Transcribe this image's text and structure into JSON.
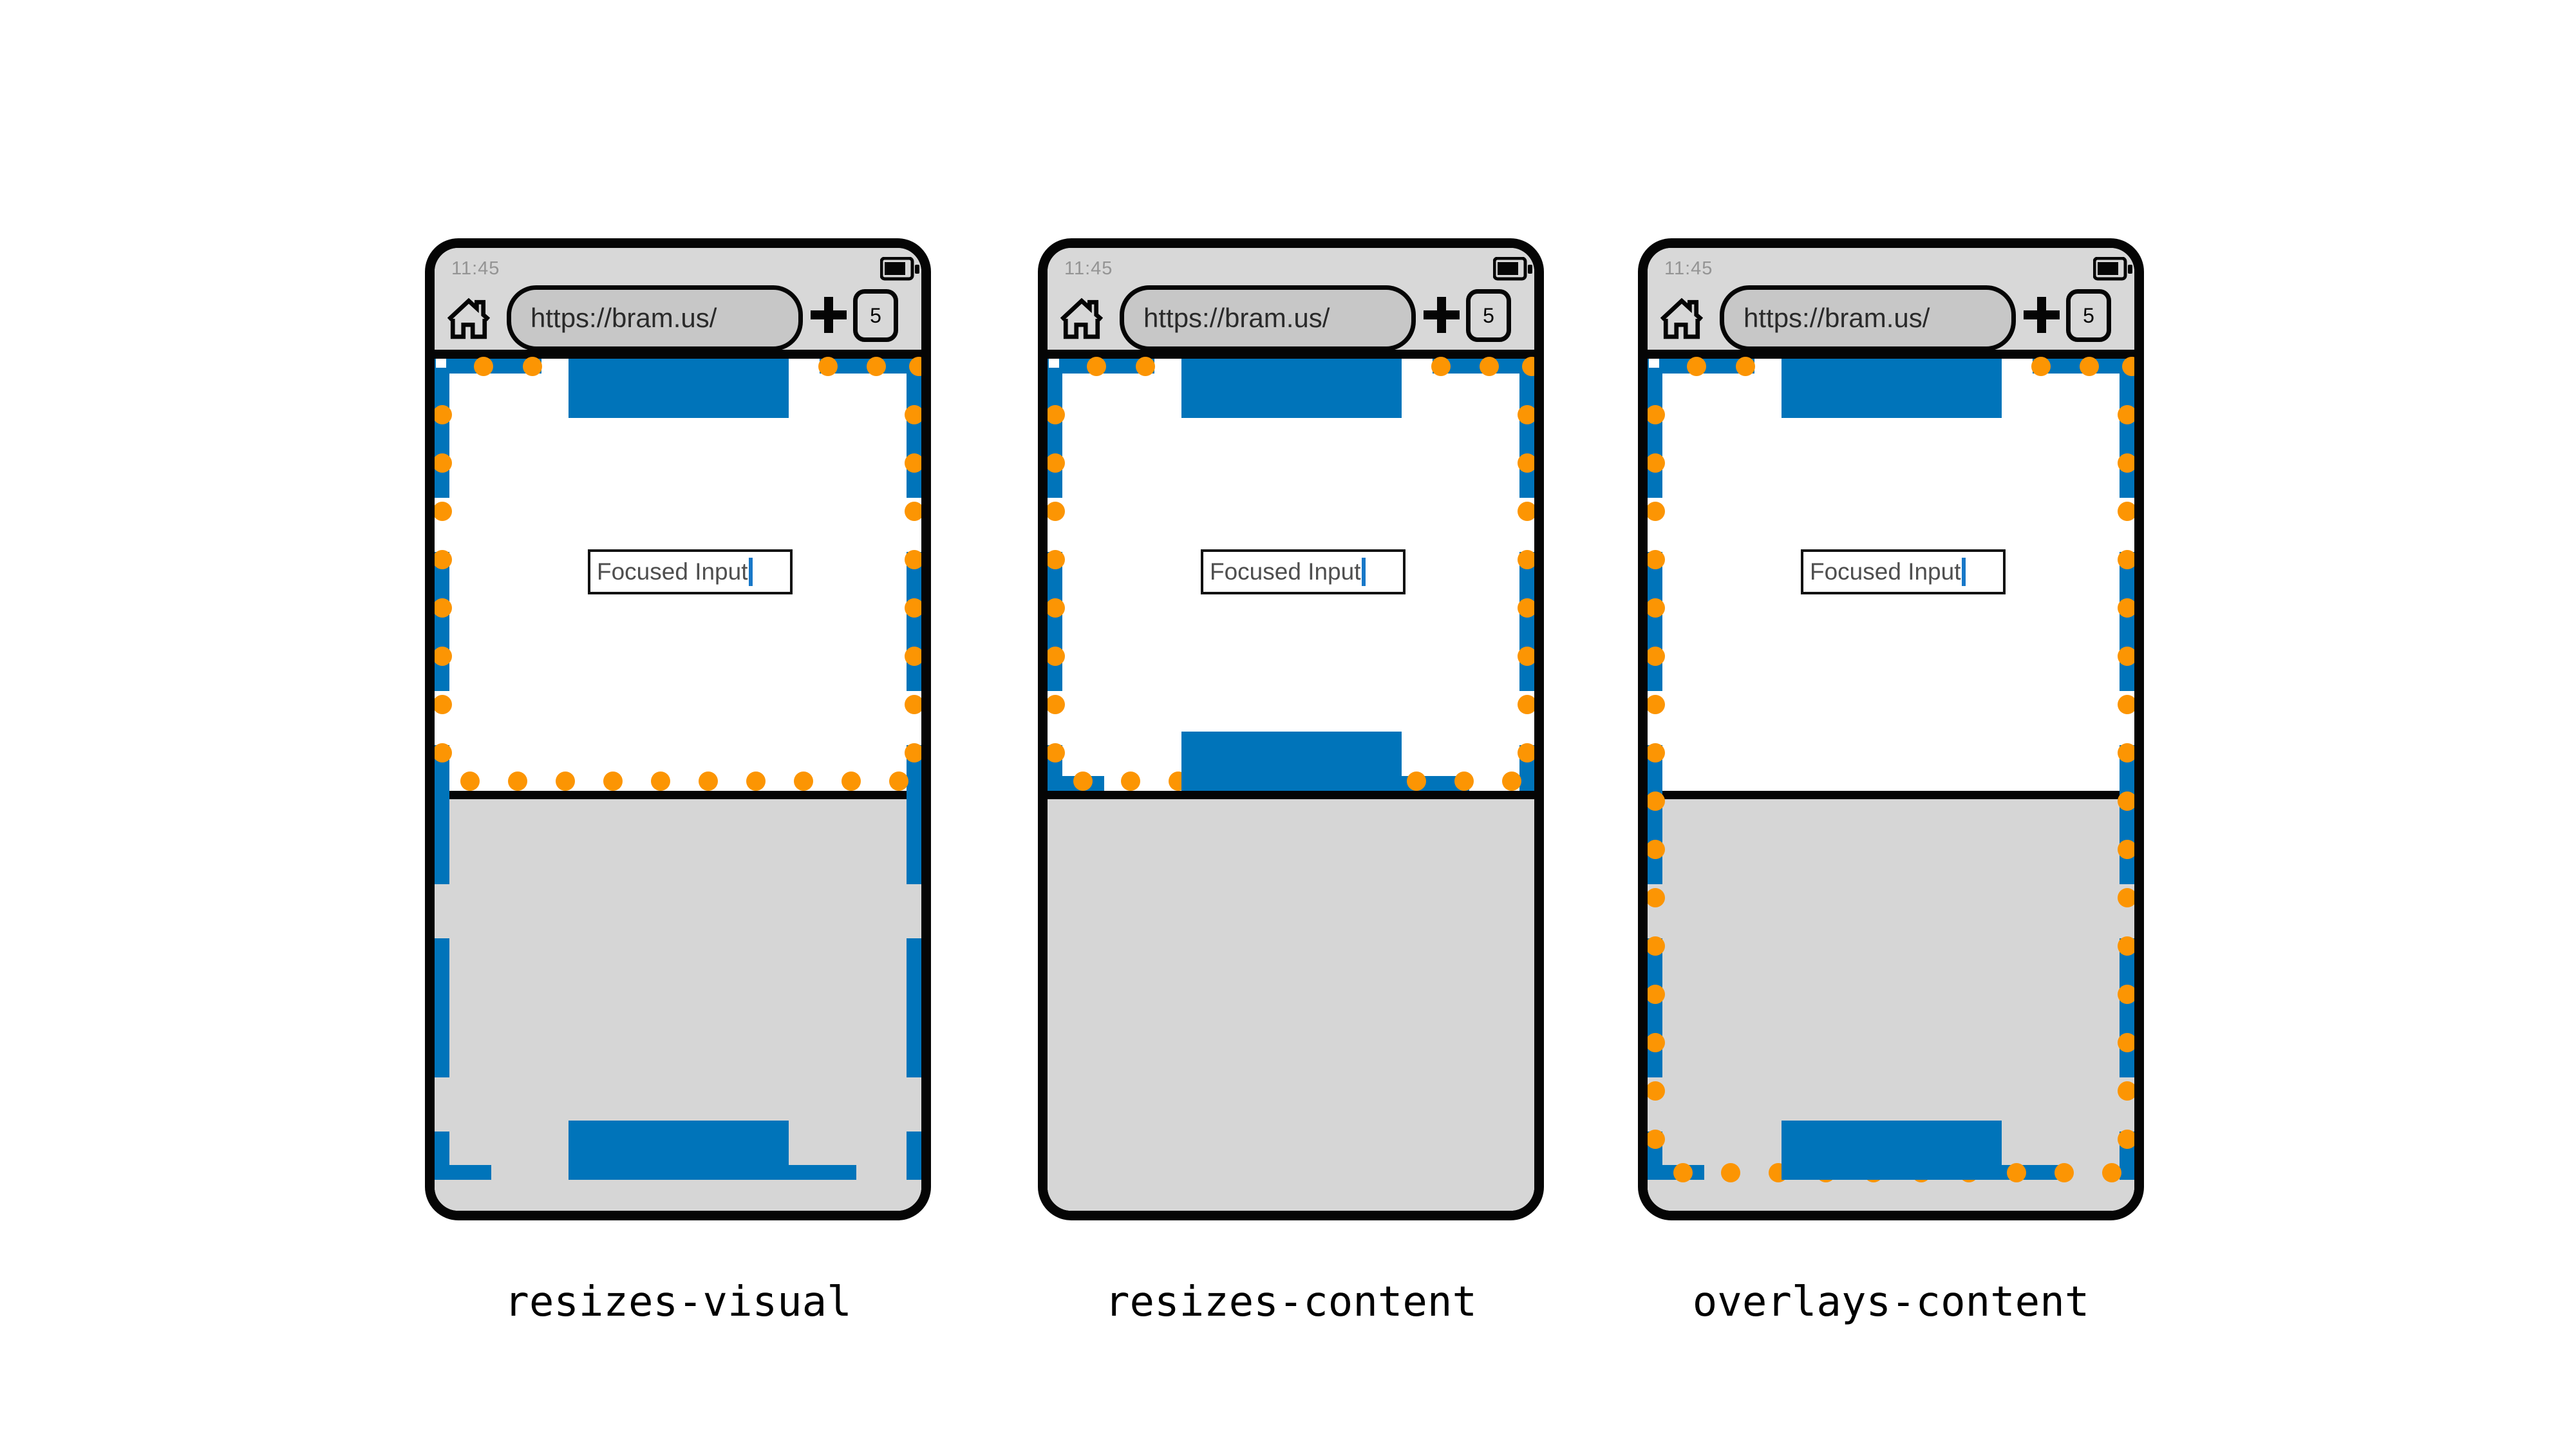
{
  "colors": {
    "blue": "#0074BA",
    "orange": "#FC9503",
    "chrome_gray": "#D8D8D8",
    "keyboard_gray": "#D6D6D6",
    "url_pill_gray": "#C7C7C7",
    "status_text_gray": "#949494",
    "input_text_gray": "#4E4E4E",
    "caret_blue": "#1878C8",
    "outline_black": "#050505"
  },
  "phones": [
    {
      "label": "resizes-visual",
      "status_time": "11:45",
      "url": "https://bram.us/",
      "tab_count": "5",
      "input_value": "Focused Input",
      "page_extent": "full-height",
      "visual_viewport_extent": "above-keyboard"
    },
    {
      "label": "resizes-content",
      "status_time": "11:45",
      "url": "https://bram.us/",
      "tab_count": "5",
      "input_value": "Focused Input",
      "page_extent": "above-keyboard",
      "visual_viewport_extent": "above-keyboard"
    },
    {
      "label": "overlays-content",
      "status_time": "11:45",
      "url": "https://bram.us/",
      "tab_count": "5",
      "input_value": "Focused Input",
      "page_extent": "full-height",
      "visual_viewport_extent": "full-height"
    }
  ]
}
